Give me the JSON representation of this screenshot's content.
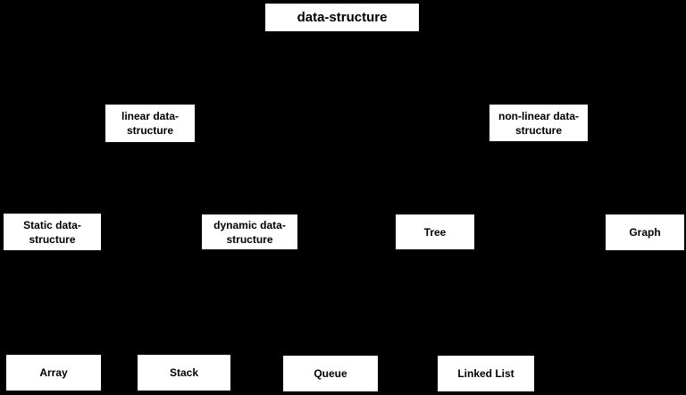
{
  "diagram": {
    "type": "hierarchy",
    "colors": {
      "background": "#000000",
      "node_fill": "#ffffff",
      "node_border": "#000000",
      "node_text": "#000000"
    },
    "nodes": {
      "root": {
        "label": "data-structure"
      },
      "linear": {
        "label": "linear data-structure"
      },
      "nonlinear": {
        "label": "non-linear data-structure"
      },
      "static": {
        "label": "Static data-structure"
      },
      "dynamic": {
        "label": "dynamic data-structure"
      },
      "tree": {
        "label": "Tree"
      },
      "graph": {
        "label": "Graph"
      },
      "array": {
        "label": "Array"
      },
      "stack": {
        "label": "Stack"
      },
      "queue": {
        "label": "Queue"
      },
      "linked_list": {
        "label": "Linked List"
      }
    }
  }
}
